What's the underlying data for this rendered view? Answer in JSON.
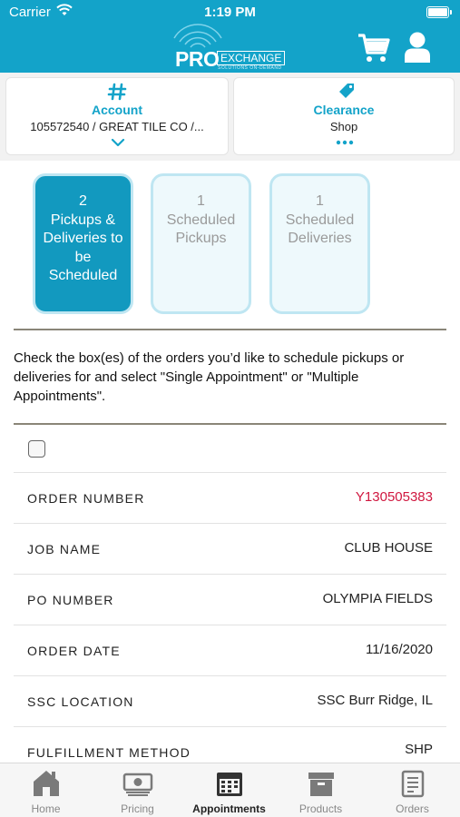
{
  "status_bar": {
    "carrier": "Carrier",
    "time": "1:19 PM"
  },
  "header": {
    "logo": {
      "main": "PRO",
      "sub": "EXCHANGE",
      "tagline": "SOLUTIONS ON-DEMAND"
    },
    "icons": [
      "wifi-icon",
      "cart-icon",
      "user-icon"
    ]
  },
  "account_card": {
    "title": "Account",
    "value": "105572540 / GREAT TILE CO /..."
  },
  "clearance_card": {
    "title": "Clearance",
    "value": "Shop"
  },
  "tiles": [
    {
      "count": "2",
      "label": "Pickups & Deliveries to be Scheduled",
      "active": true
    },
    {
      "count": "1",
      "label": "Scheduled Pickups",
      "active": false
    },
    {
      "count": "1",
      "label": "Scheduled Deliveries",
      "active": false
    }
  ],
  "instructions": "Check the box(es) of the orders you’d like to schedule pickups or deliveries for and select \"Single Appointment\" or \"Multiple Appointments\".",
  "order": {
    "rows": [
      {
        "label": "ORDER NUMBER",
        "value": "Y130505383"
      },
      {
        "label": "JOB NAME",
        "value": "CLUB HOUSE"
      },
      {
        "label": "PO NUMBER",
        "value": "OLYMPIA FIELDS"
      },
      {
        "label": "ORDER DATE",
        "value": "11/16/2020"
      },
      {
        "label": "SSC LOCATION",
        "value": "SSC Burr Ridge, IL"
      },
      {
        "label": "FULFILLMENT METHOD",
        "value": "SHP"
      }
    ]
  },
  "tabbar": {
    "tabs": [
      {
        "label": "Home",
        "icon": "home-icon"
      },
      {
        "label": "Pricing",
        "icon": "pricing-icon"
      },
      {
        "label": "Appointments",
        "icon": "calendar-icon",
        "active": true
      },
      {
        "label": "Products",
        "icon": "products-icon"
      },
      {
        "label": "Orders",
        "icon": "orders-icon"
      }
    ]
  },
  "colors": {
    "brand": "#13a3c9",
    "active_tile": "#1299bf",
    "order_number": "#d0173f"
  }
}
